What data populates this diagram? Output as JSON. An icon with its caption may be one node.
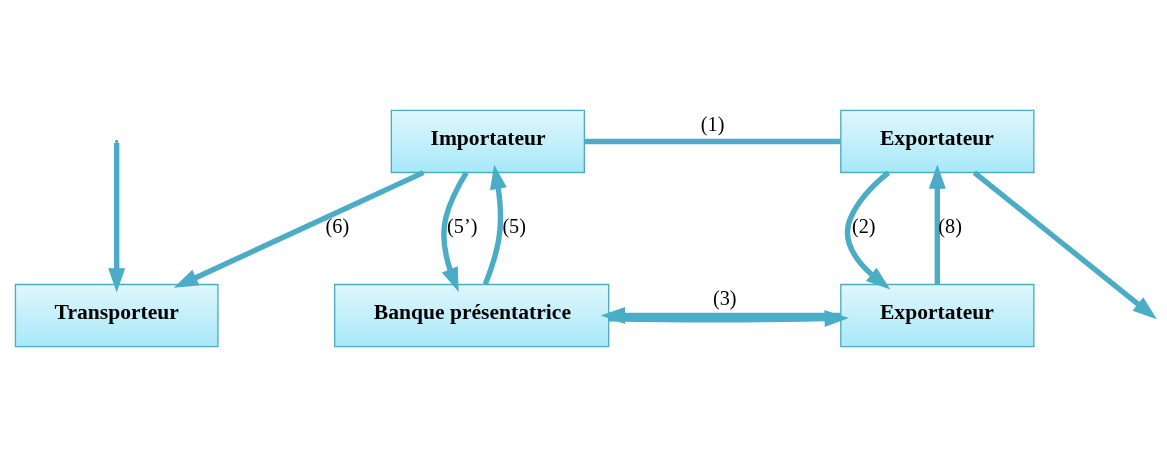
{
  "diagram": {
    "nodes": [
      {
        "text": [
          "Importateur"
        ]
      },
      {
        "text": [
          "Exportateur"
        ]
      },
      {
        "text": [
          "Transporteur"
        ]
      },
      {
        "text": [
          "Banque présentatrice"
        ]
      },
      {
        "text": [
          "Exportateur"
        ]
      }
    ],
    "edges": [
      {
        "from": 0,
        "to": 1,
        "arrow": "none",
        "label": "(1)"
      },
      {
        "from": 0,
        "to": 2,
        "arrow": "to",
        "label": "(6)"
      },
      {
        "from": 1,
        "to": null,
        "arrow": "to"
      },
      {
        "from": null,
        "to": 2,
        "arrow": "to"
      },
      {
        "from": 0,
        "to": 3,
        "arrow": "to",
        "label": "(5’)"
      },
      {
        "from": 3,
        "to": 0,
        "arrow": "to",
        "label": "(5)"
      },
      {
        "from": 1,
        "to": 4,
        "arrow": "to",
        "label": "(2)"
      },
      {
        "from": 4,
        "to": 1,
        "arrow": "to",
        "label": "(8)"
      },
      {
        "from": 4,
        "to": 3,
        "arrow": "to",
        "label": "(3)"
      },
      {
        "from": 3,
        "to": 4,
        "arrow": "to"
      }
    ]
  }
}
